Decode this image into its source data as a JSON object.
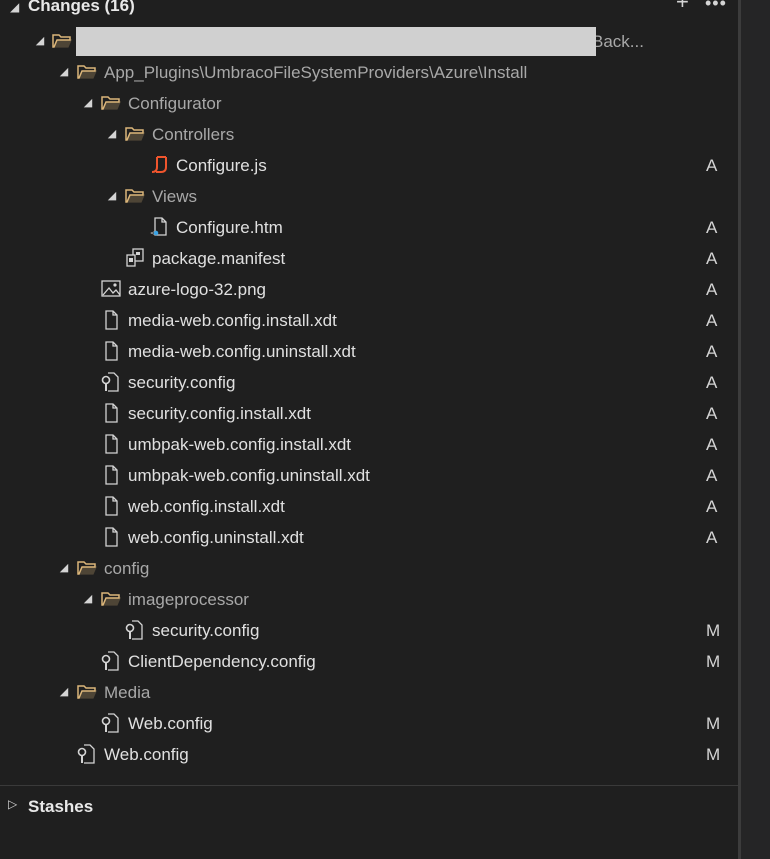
{
  "header": {
    "title": "Changes (16)",
    "add_icon": "plus-icon",
    "more_icon": "ellipsis-icon"
  },
  "colors": {
    "folder": "#dcb67a",
    "js": "#f0552d",
    "background": "#1f1f1f",
    "text": "#e0e0e0",
    "dim_text": "#a8a8a8"
  },
  "tree": {
    "root_label_suffix": "Back...",
    "rows": [
      {
        "label": "App_Plugins\\UmbracoFileSystemProviders\\Azure\\Install",
        "status": ""
      },
      {
        "label": "Configurator",
        "status": ""
      },
      {
        "label": "Controllers",
        "status": ""
      },
      {
        "label": "Configure.js",
        "status": "A"
      },
      {
        "label": "Views",
        "status": ""
      },
      {
        "label": "Configure.htm",
        "status": "A"
      },
      {
        "label": "package.manifest",
        "status": "A"
      },
      {
        "label": "azure-logo-32.png",
        "status": "A"
      },
      {
        "label": "media-web.config.install.xdt",
        "status": "A"
      },
      {
        "label": "media-web.config.uninstall.xdt",
        "status": "A"
      },
      {
        "label": "security.config",
        "status": "A"
      },
      {
        "label": "security.config.install.xdt",
        "status": "A"
      },
      {
        "label": "umbpak-web.config.install.xdt",
        "status": "A"
      },
      {
        "label": "umbpak-web.config.uninstall.xdt",
        "status": "A"
      },
      {
        "label": "web.config.install.xdt",
        "status": "A"
      },
      {
        "label": "web.config.uninstall.xdt",
        "status": "A"
      },
      {
        "label": "config",
        "status": ""
      },
      {
        "label": "imageprocessor",
        "status": ""
      },
      {
        "label": "security.config",
        "status": "M"
      },
      {
        "label": "ClientDependency.config",
        "status": "M"
      },
      {
        "label": "Media",
        "status": ""
      },
      {
        "label": "Web.config",
        "status": "M"
      },
      {
        "label": "Web.config",
        "status": "M"
      }
    ]
  },
  "stashes": {
    "title": "Stashes"
  }
}
